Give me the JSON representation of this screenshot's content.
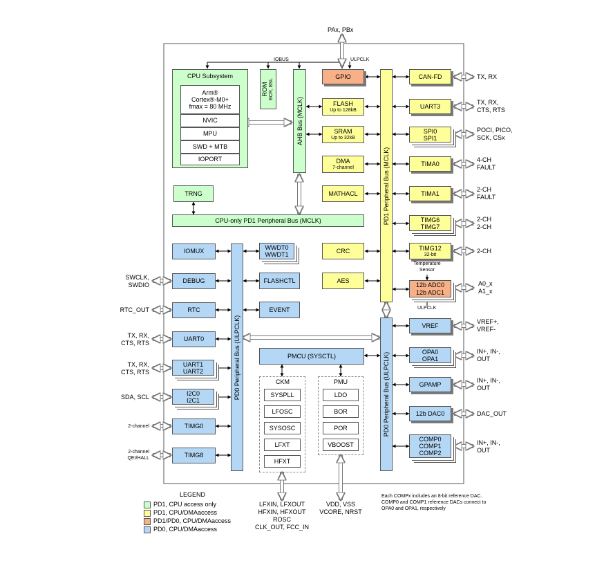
{
  "labels": {
    "pins_top": "PAx, PBx",
    "iobus": "IOBUS",
    "ulpclk": "ULPCLK",
    "temp_sensor": "Temperature\nSensor",
    "legend_title": "LEGEND",
    "ckm_pins": "LFXIN, LFXOUT\nHFXIN, HFXOUT\nROSC\nCLK_OUT, FCC_IN",
    "pmu_pins": "VDD, VSS\nVCORE, NRST",
    "comp_note": "Each COMPx includes an 8-bit reference DAC.\nCOMP0 and COMP1 reference DACs connect to\nOPA0 and OPA1, respectively"
  },
  "buses": {
    "ahb": "AHB Bus (MCLK)",
    "pd1": "PD1 Peripheral Bus (MCLK)",
    "pd0_left": "PD0 Peripheral Bus (ULPCLK)",
    "pd0_right": "PD0 Peripheral Bus (ULPCLK)",
    "cpu_only": "CPU-only PD1 Peripheral Bus (MCLK)"
  },
  "cpu": {
    "title": "CPU Subsystem",
    "core_line1": "Arm®",
    "core_line2": "Cortex®-M0+",
    "core_line3": "fmax = 80 MHz",
    "items": [
      "NVIC",
      "MPU",
      "SWD + MTB",
      "IOPORT"
    ]
  },
  "rom": {
    "title": "ROM",
    "sub": "BCR, BSL"
  },
  "center": {
    "gpio": "GPIO",
    "flash": "FLASH",
    "flash_sub": "Up to 128kB",
    "sram": "SRAM",
    "sram_sub": "Up to 32kB",
    "dma": "DMA",
    "dma_sub": "7-channel",
    "mathacl": "MATHACL",
    "crc": "CRC",
    "aes": "AES",
    "trng": "TRNG",
    "iomux": "IOMUX",
    "wwdt0": "WWDT0",
    "wwdt1": "WWDT1",
    "debug": "DEBUG",
    "flashctl": "FLASHCTL",
    "rtc": "RTC",
    "event": "EVENT",
    "uart0": "UART0",
    "uart1": "UART1",
    "uart2": "UART2",
    "i2c0": "I2C0",
    "i2c1": "I2C1",
    "timg0": "TIMG0",
    "timg8": "TIMG8",
    "pmcu": "PMCU (SYSCTL)"
  },
  "ckm": {
    "title": "CKM",
    "items": [
      "SYSPLL",
      "LFOSC",
      "SYSOSC",
      "LFXT",
      "HFXT"
    ]
  },
  "pmu": {
    "title": "PMU",
    "items": [
      "LDO",
      "BOR",
      "POR",
      "VBOOST"
    ]
  },
  "right": {
    "canfd": "CAN-FD",
    "uart3": "UART3",
    "spi0": "SPI0",
    "spi1": "SPI1",
    "tima0": "TIMA0",
    "tima1": "TIMA1",
    "timg6": "TIMG6",
    "timg7": "TIMG7",
    "timg12": "TIMG12",
    "timg12_sub": "32-bit",
    "adc0": "12b ADC0",
    "adc1": "12b ADC1",
    "vref": "VREF",
    "opa0": "OPA0",
    "opa1": "OPA1",
    "gpamp": "GPAMP",
    "dac0": "12b DAC0",
    "comp0": "COMP0",
    "comp1": "COMP1",
    "comp2": "COMP2"
  },
  "ext_right": {
    "canfd": "TX, RX",
    "uart3": "TX, RX,\nCTS, RTS",
    "spi": "POCI, PICO,\nSCK, CSx",
    "tima0": "4-CH\nFAULT",
    "tima1": "2-CH\nFAULT",
    "timg67": "2-CH\n2-CH",
    "timg12": "2-CH",
    "adc": "A0_x\nA1_x",
    "vref": "VREF+,\nVREF-",
    "opa": "IN+, IN-,\nOUT",
    "gpamp": "IN+, IN-,\nOUT",
    "dac": "DAC_OUT",
    "comp": "IN+, IN-,\nOUT"
  },
  "ext_left": {
    "debug": "SWCLK,\nSWDIO",
    "rtc": "RTC_OUT",
    "uart0": "TX, RX,\nCTS, RTS",
    "uart12": "TX, RX,\nCTS, RTS",
    "i2c": "SDA, SCL",
    "timg0": "2-channel",
    "timg8": "2-channel\nQEI/HALL"
  },
  "legend": [
    {
      "label": "PD1, CPU access only",
      "color": "#ccffcc"
    },
    {
      "label": "PD1, CPU/DMAaccess",
      "color": "#ffff99"
    },
    {
      "label": "PD1/PD0, CPU/DMAaccess",
      "color": "#f8b088"
    },
    {
      "label": "PD0, CPU/DMAaccess",
      "color": "#b4d7f5"
    }
  ],
  "colors": {
    "pd1_cpu_only": "#ccffcc",
    "pd1": "#ffff99",
    "pd1_pd0": "#f8b088",
    "pd0": "#b4d7f5"
  }
}
